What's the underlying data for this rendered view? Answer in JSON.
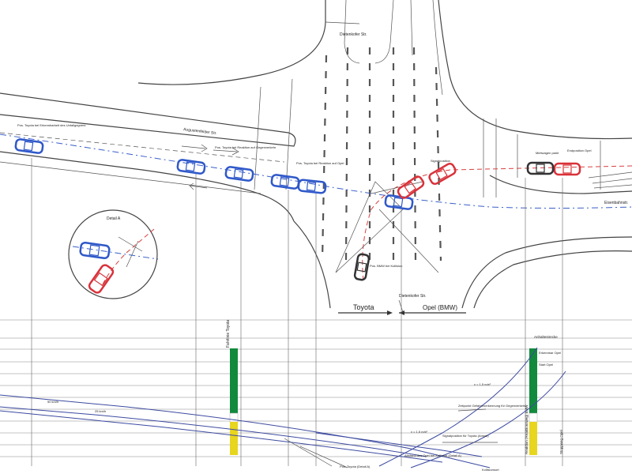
{
  "colors": {
    "blue_car": "#2f58c9",
    "red_car": "#d9323a",
    "black_car": "#333333",
    "bar_green": "#128a3e",
    "bar_yellow": "#e8d51e",
    "trajectory_navy": "#3c4aa0"
  },
  "streets": {
    "north": "Dietenkofer Str.",
    "west": "Augustenfelder Str.",
    "south": "Dietenkofer Str.",
    "east": "Eisenbahnstr."
  },
  "vehicles": {
    "toyota_start": "Pos. Toyota bei Erkennbarkeit des Unfallgegners",
    "toyota_reaction": "Pos. Toyota bei Reaktion auf Gegenverkehr",
    "toyota_reaction_opel": "Pos. Toyota bei Reaktion auf Opel",
    "bmw_collision": "Pos. BMW bei Kollision",
    "opel_signal": "Signalposition",
    "mietwagen": "Mietwagen parkt",
    "opel_end": "Endposition Opel"
  },
  "detail": {
    "title": "Detail A"
  },
  "arrows": {
    "toyota": "Toyota",
    "opel": "Opel (BMW)"
  },
  "diagram": {
    "bar_left_label": "Fahrlinie Toyota",
    "bar_right_label": "Reaktion (Reaktionsweg) BMW",
    "bar_right_label2": "Stoppweg Opel",
    "top_label": "Anhaltestrecke",
    "notes": [
      "Erkennbar Opel",
      "Start Opel",
      "Signalposition für Toyota (Ampel)",
      "Zeitpunkt Gefahrenerkennung für Gegenverkehr",
      "Abstand des Opel bei Kollision (Detail A)",
      "Pos. Toyota (Detail A)",
      "Kollisionsort"
    ],
    "speed_labels": [
      "50 km/h",
      "v = 1,5 m/s²",
      "v = 1,5 m/s²",
      "25 km/h"
    ]
  }
}
